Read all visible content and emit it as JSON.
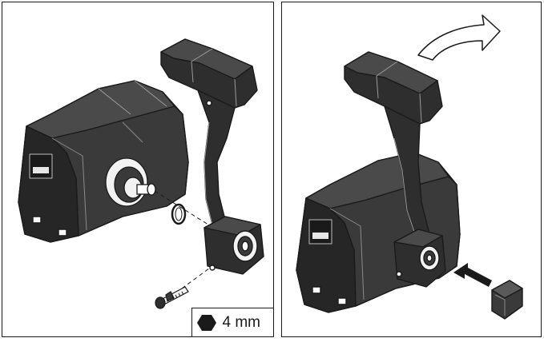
{
  "panels": [
    {
      "id": "left",
      "callout": {
        "icon": "hex-key-icon",
        "text": "4 mm"
      }
    },
    {
      "id": "right"
    }
  ],
  "colors": {
    "line": "#1a1a1a",
    "body": "#2e2e2e",
    "shade": "#4a4a4a",
    "background": "#ffffff"
  }
}
